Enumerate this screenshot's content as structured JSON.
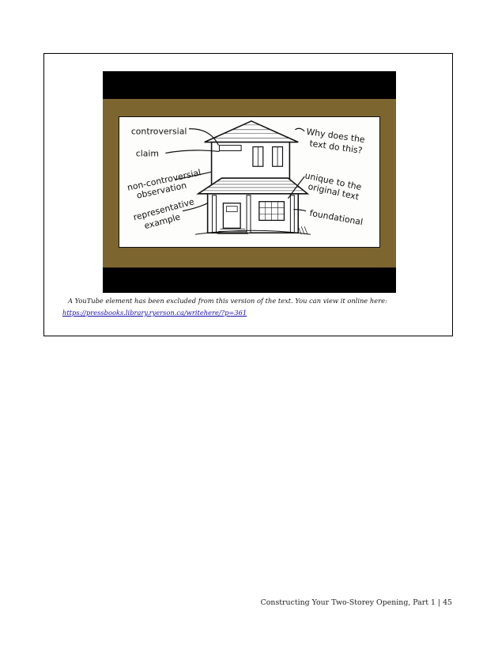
{
  "figure": {
    "labels": {
      "controversial": "controversial",
      "claim": "claim",
      "noncontro1": "non-controversial",
      "noncontro2": "observation",
      "rep1": "representative",
      "rep2": "example",
      "why1": "Why does the",
      "why2": "text do this?",
      "unique1": "unique to the",
      "unique2": "original text",
      "foundational": "foundational"
    }
  },
  "note": {
    "text": "A YouTube element has been excluded from this version of the text. You can view it online here:",
    "link": "https://pressbooks.library.ryerson.ca/writehere/?p=361"
  },
  "footer": {
    "running_title": "Constructing Your Two-Storey Opening, Part 1 | 45"
  }
}
